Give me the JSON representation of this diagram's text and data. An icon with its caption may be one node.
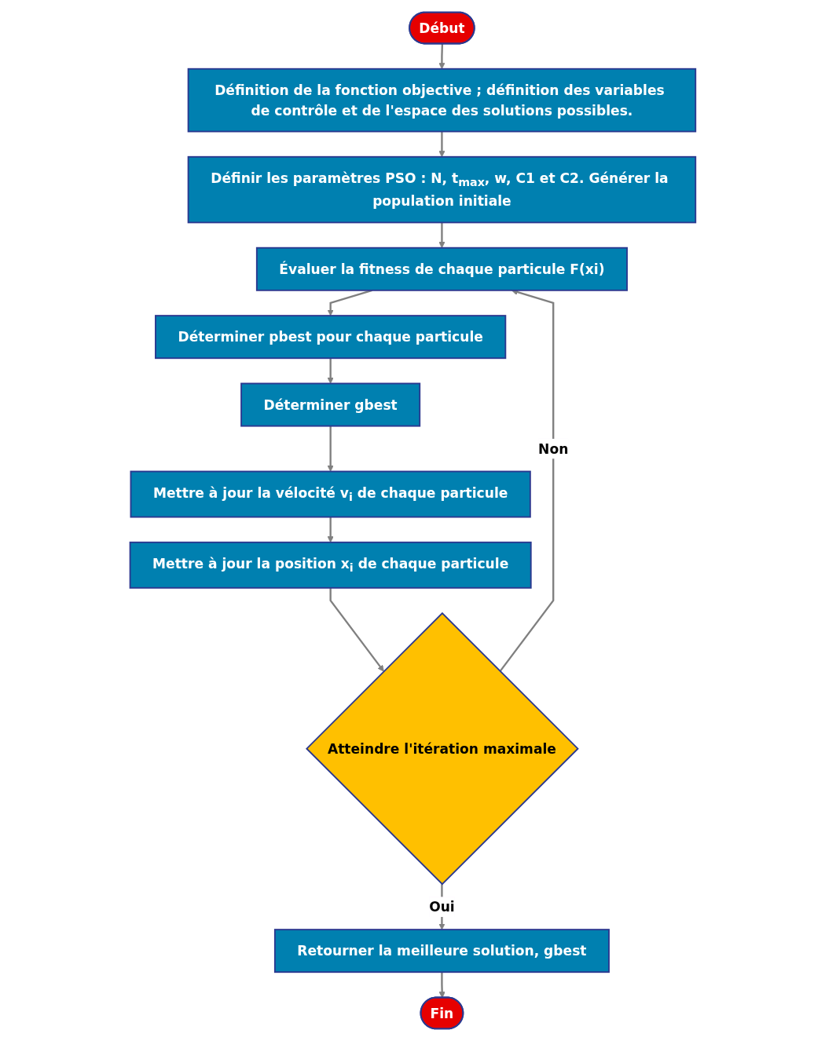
{
  "diagram": {
    "nodes": [
      {
        "text": [
          "Début"
        ]
      },
      {
        "text": [
          "Définition de la fonction objective ; définition des variables de contrôle et de l'espace des solutions possibles."
        ]
      },
      {
        "text": [
          "Définir les paramètres PSO : N, t$_{max}$, w, C1 et C2. Générer la population initiale"
        ]
      },
      {
        "text": [
          "Évaluer la fitness de chaque particule F(xi)"
        ]
      },
      {
        "text": [
          "Déterminer pbest pour chaque particule"
        ]
      },
      {
        "text": [
          "Déterminer gbest"
        ]
      },
      {
        "text": [
          "Mettre à jour la vélocité v$_{i}$ de chaque particule"
        ]
      },
      {
        "text": [
          "Mettre à jour la position x$_{i}$ de chaque particule"
        ]
      },
      {
        "text": [
          "Atteindre l'itération maximale"
        ]
      },
      {
        "text": [
          "Retourner la meilleure solution, gbest"
        ]
      },
      {
        "text": [
          "Fin"
        ]
      }
    ],
    "edges": [
      {
        "from": 0,
        "to": 1,
        "arrow": "to"
      },
      {
        "from": 1,
        "to": 2,
        "arrow": "to"
      },
      {
        "from": 2,
        "to": 3,
        "arrow": "to"
      },
      {
        "from": 3,
        "to": 4,
        "arrow": "to"
      },
      {
        "from": 4,
        "to": 5,
        "arrow": "to"
      },
      {
        "from": 5,
        "to": 6,
        "arrow": "to"
      },
      {
        "from": 6,
        "to": 7,
        "arrow": "to"
      },
      {
        "from": 7,
        "to": 8,
        "arrow": "to"
      },
      {
        "from": 8,
        "to": 3,
        "arrow": "to",
        "label": "Non"
      },
      {
        "from": 8,
        "to": 9,
        "arrow": "to",
        "label": "Oui"
      },
      {
        "from": 9,
        "to": 10,
        "arrow": "to"
      }
    ]
  }
}
